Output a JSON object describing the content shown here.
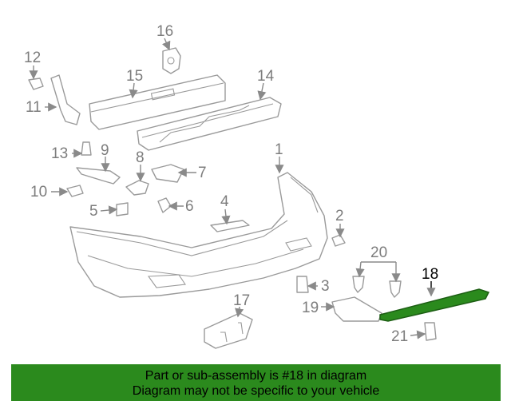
{
  "callouts": {
    "c1": "1",
    "c2": "2",
    "c3": "3",
    "c4": "4",
    "c5": "5",
    "c6": "6",
    "c7": "7",
    "c8": "8",
    "c9": "9",
    "c10": "10",
    "c11": "11",
    "c12": "12",
    "c13": "13",
    "c14": "14",
    "c15": "15",
    "c16": "16",
    "c17": "17",
    "c18": "18",
    "c19": "19",
    "c20": "20",
    "c21": "21"
  },
  "highlight": {
    "part_number": "18",
    "color": "#2b8a1d"
  },
  "banner": {
    "line1": "Part or sub-assembly is #18 in diagram",
    "line2": "Diagram may not be specific to your vehicle",
    "background": "#2b8a1d"
  }
}
